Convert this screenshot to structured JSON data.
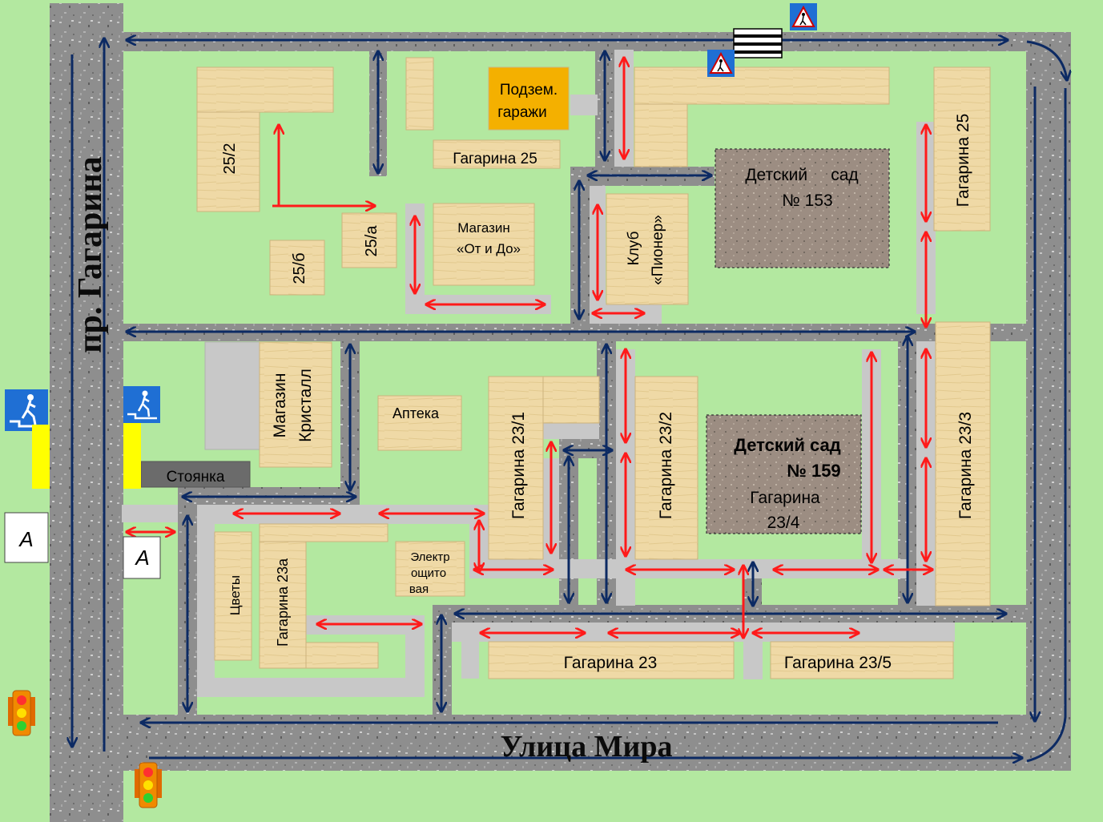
{
  "colors": {
    "grass": "#b3e8a0",
    "road": "#8e8e8e",
    "lane": "#c8c8c8",
    "building": "#efd9a6",
    "kindergarten": "#9c8d82",
    "garage": "#f4b000",
    "parking": "#6b6b6b",
    "route_arrow": "#ff1a1a",
    "traffic_arrow": "#0c2a63",
    "stop_yellow": "#ffff00"
  },
  "streets": {
    "main_avenue": "пр. Гагарина",
    "bottom_street": "Улица Мира"
  },
  "buildings": {
    "b_25_2": "25/2",
    "b_25a": "25/а",
    "b_25b": "25/б",
    "garage_line1": "Подзем.",
    "garage_line2": "гаражи",
    "gagarina25_small": "Гагарина 25",
    "shop_otido_line1": "Магазин",
    "shop_otido_line2": "«От и До»",
    "club_line1": "Клуб",
    "club_line2": "«Пионер»",
    "kindergarten153_line1": "Детский     сад",
    "kindergarten153_line2": "№ 153",
    "gagarina25_right": "Гагарина 25",
    "kristall_line1": "Магазин",
    "kristall_line2": "Кристалл",
    "pharmacy": "Аптека",
    "parking": "Стоянка",
    "g23_1": "Гагарина 23/1",
    "g23_2": "Гагарина 23/2",
    "kindergarten159_line1": "Детский сад",
    "kindergarten159_line2": "№ 159",
    "kindergarten159_line3": "Гагарина",
    "kindergarten159_line4": "23/4",
    "g23_3": "Гагарина 23/3",
    "flowers": "Цветы",
    "g23a": "Гагарина 23а",
    "electric_line1": "Электр",
    "electric_line2": "ощито",
    "electric_line3": "вая",
    "g23": "Гагарина 23",
    "g23_5": "Гагарина 23/5"
  },
  "signs": {
    "bus_stop_left": "А",
    "bus_stop_right": "А"
  },
  "icons": [
    "pedestrian-crossing-sign-icon",
    "pedestrian-underpass-sign-icon",
    "traffic-light-icon",
    "zebra-crossing-icon"
  ]
}
